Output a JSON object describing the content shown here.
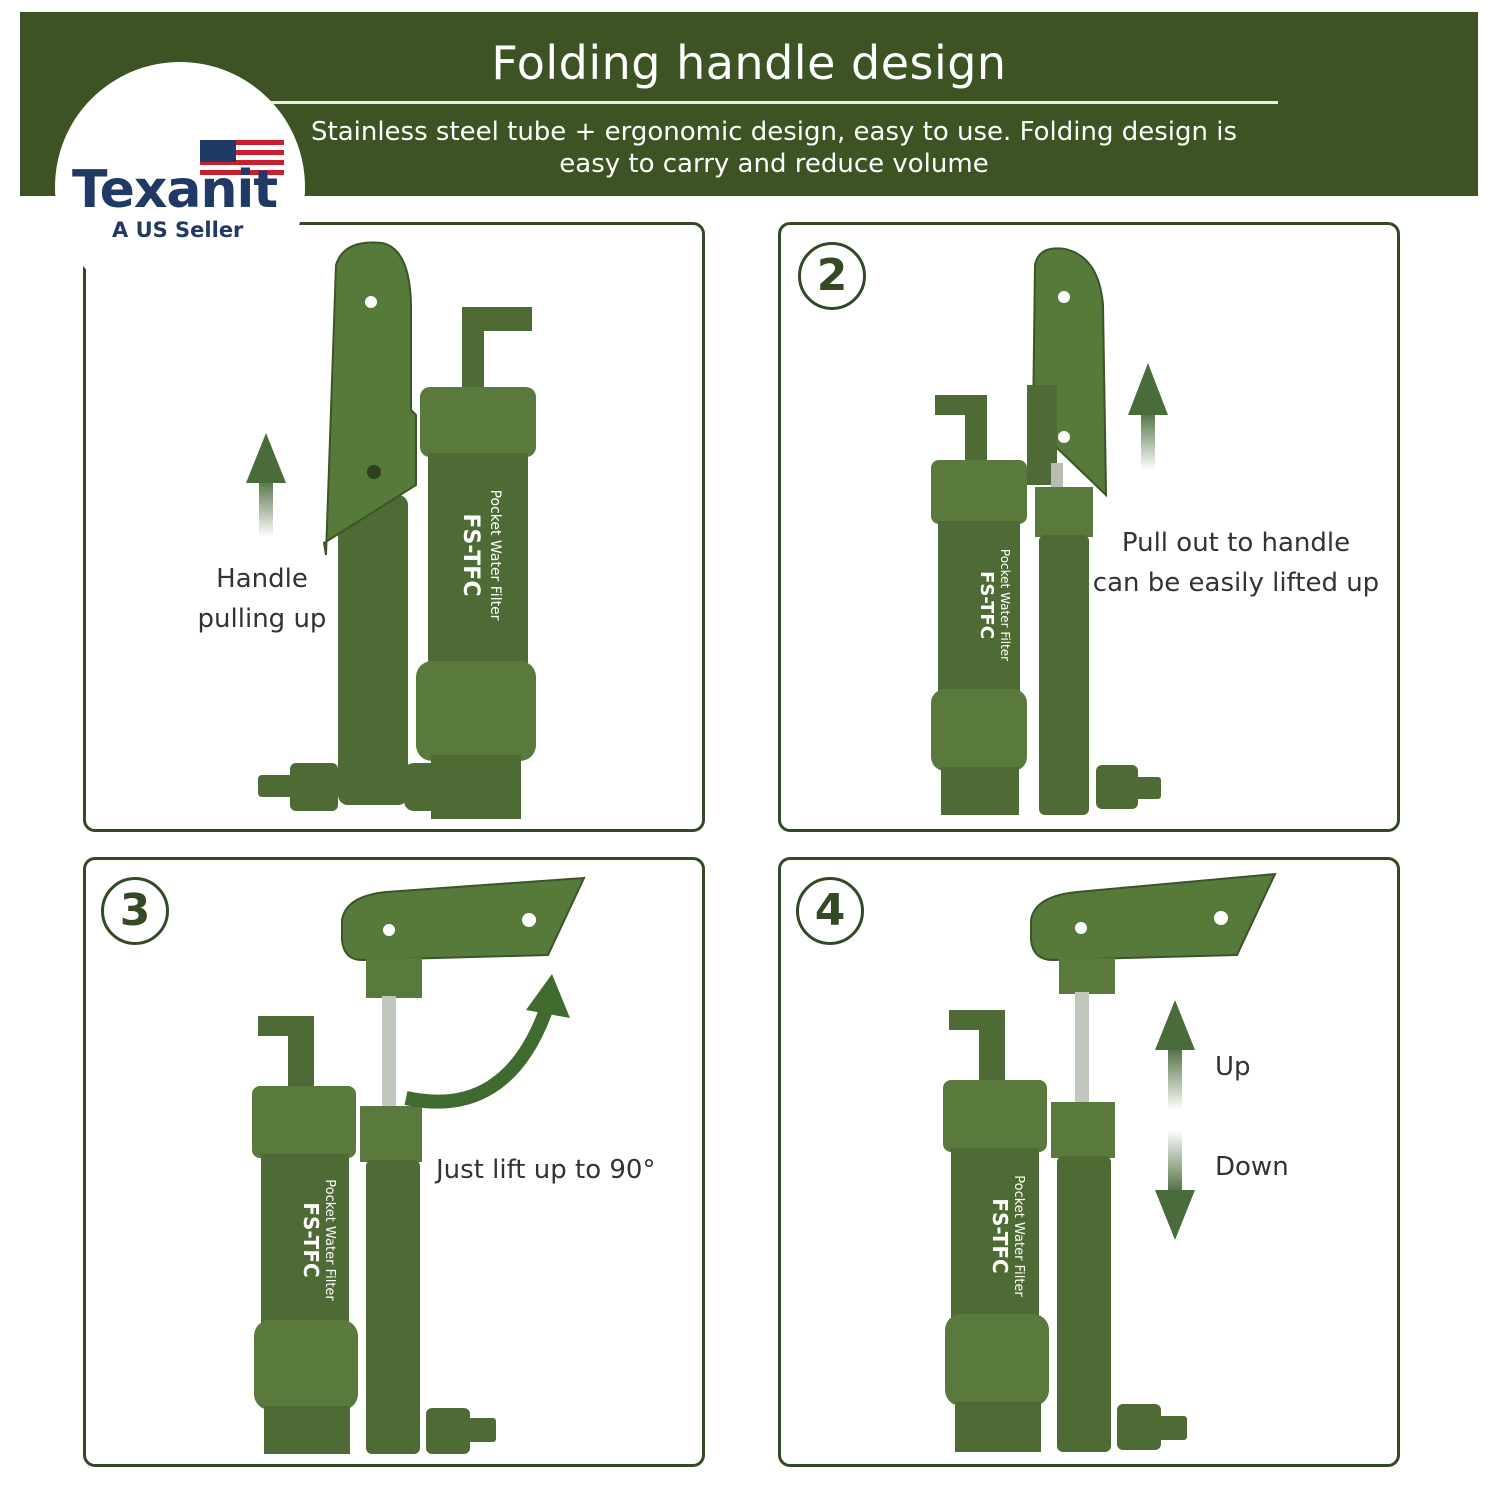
{
  "banner": {
    "title": "Folding handle design",
    "subtitle": "Stainless steel tube + ergonomic design, easy to use. Folding design is easy to carry and reduce volume"
  },
  "logo": {
    "brand": "Texanit",
    "tagline": "A US Seller"
  },
  "product": {
    "brand": "FS-TFC",
    "label": "Pocket Water Filter"
  },
  "steps": [
    {
      "number": "",
      "caption_line1": "Handle",
      "caption_line2": "pulling up"
    },
    {
      "number": "2",
      "caption_line1": "Pull out to handle",
      "caption_line2": "can be easily lifted up"
    },
    {
      "number": "3",
      "caption": "Just lift up to 90°"
    },
    {
      "number": "4",
      "caption_up": "Up",
      "caption_down": "Down"
    }
  ],
  "colors": {
    "banner": "#3e5324",
    "product_green": "#4f6b35",
    "arrow_green": "#4a6b3a",
    "border": "#344a26"
  }
}
